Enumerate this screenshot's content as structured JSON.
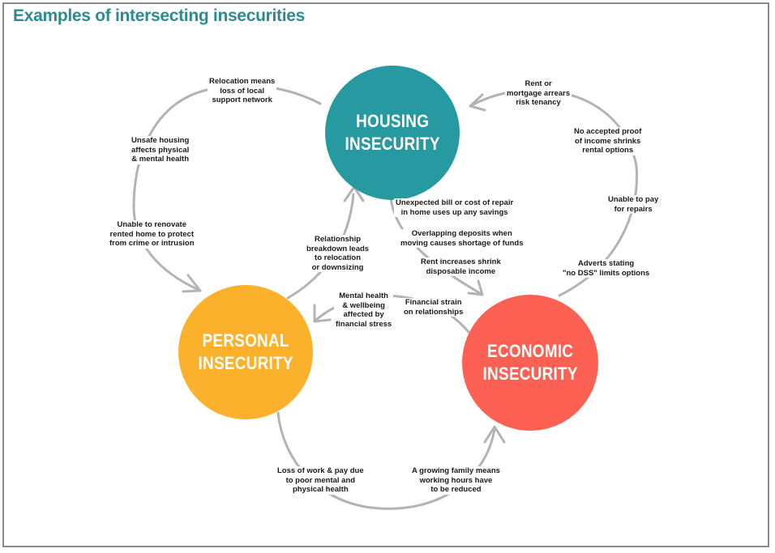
{
  "title": "Examples of intersecting insecurities",
  "colors": {
    "title": "#2e8a8f",
    "housing": "#2799a0",
    "personal": "#fbb12b",
    "economic": "#fc6154",
    "arrow": "#b3b3b3",
    "frame": "#8a8a8a"
  },
  "nodes": {
    "housing": "HOUSING\nINSECURITY",
    "personal": "PERSONAL\nINSECURITY",
    "economic": "ECONOMIC\nINSECURITY"
  },
  "labels": {
    "relocation": "Relocation means\nloss of local\nsupport network",
    "unsafe_housing": "Unsafe housing\naffects physical\n& mental health",
    "unable_renovate": "Unable to renovate\nrented home to protect\nfrom crime or intrusion",
    "rent_arrears": "Rent or\nmortgage arrears\nrisk tenancy",
    "no_proof": "No accepted proof\nof income shrinks\nrental options",
    "unable_pay": "Unable to pay\nfor repairs",
    "adverts": "Adverts stating\n\"no DSS\" limits options",
    "unexpected_bill": "Unexpected bill or cost of repair\nin home uses up any savings",
    "overlapping": "Overlapping deposits when\nmoving causes shortage of funds",
    "rent_increases": "Rent increases shrink\ndisposable income",
    "relationship": "Relationship\nbreakdown leads\nto relocation\nor downsizing",
    "mental_health": "Mental health\n& wellbeing\naffected by\nfinancial stress",
    "financial_strain": "Financial strain\non relationships",
    "loss_of_work": "Loss of work & pay due\nto poor mental and\nphysical health",
    "growing_family": "A growing family means\nworking hours have\nto be reduced"
  }
}
